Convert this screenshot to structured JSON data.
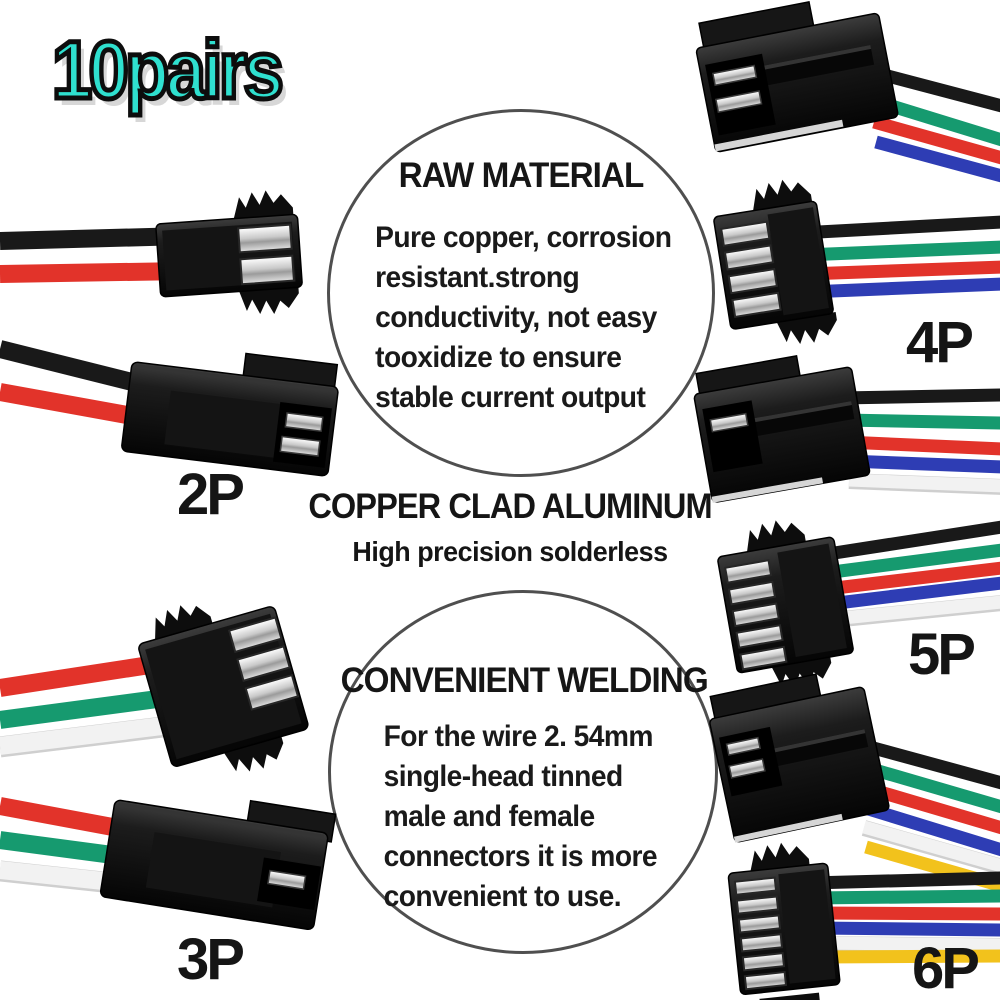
{
  "title": {
    "text": "10pairs",
    "color": "#2fe0cf"
  },
  "bubbles": {
    "raw_material": {
      "heading": "RAW MATERIAL",
      "lines": [
        "Pure copper, corrosion",
        "resistant.strong",
        "conductivity, not easy",
        "tooxidize to ensure",
        "stable current output"
      ]
    },
    "convenient_welding": {
      "heading": "CONVENIENT WELDING",
      "lines": [
        "For the wire 2. 54mm",
        "single-head tinned",
        "male and female",
        "connectors it is more",
        "convenient to use."
      ]
    }
  },
  "middle_text": {
    "heading": "COPPER CLAD ALUMINUM",
    "subheading": "High precision solderless"
  },
  "labels": {
    "p2": "2P",
    "p3": "3P",
    "p4": "4P",
    "p5": "5P",
    "p6": "6P"
  },
  "colors": {
    "title": "#2fe0cf",
    "text": "#151515",
    "circle_border": "#4f4f4f",
    "wire_black": "#191919",
    "wire_red": "#e2332a",
    "wire_green": "#169a6f",
    "wire_blue": "#2e3db4",
    "wire_white": "#f2f2f2",
    "wire_yellow": "#f2c21c"
  },
  "connectors": [
    {
      "label": "2P",
      "pins": 2,
      "wire_colors": [
        "black",
        "red"
      ],
      "types": [
        "female",
        "male"
      ]
    },
    {
      "label": "3P",
      "pins": 3,
      "wire_colors": [
        "red",
        "green",
        "white"
      ],
      "types": [
        "female",
        "male"
      ]
    },
    {
      "label": "4P",
      "pins": 4,
      "wire_colors": [
        "black",
        "green",
        "red",
        "blue"
      ],
      "types": [
        "male",
        "female"
      ]
    },
    {
      "label": "5P",
      "pins": 5,
      "wire_colors": [
        "black",
        "green",
        "red",
        "blue",
        "white"
      ],
      "types": [
        "male",
        "female"
      ]
    },
    {
      "label": "6P",
      "pins": 6,
      "wire_colors": [
        "black",
        "green",
        "red",
        "blue",
        "white",
        "yellow"
      ],
      "types": [
        "male",
        "female"
      ]
    }
  ]
}
